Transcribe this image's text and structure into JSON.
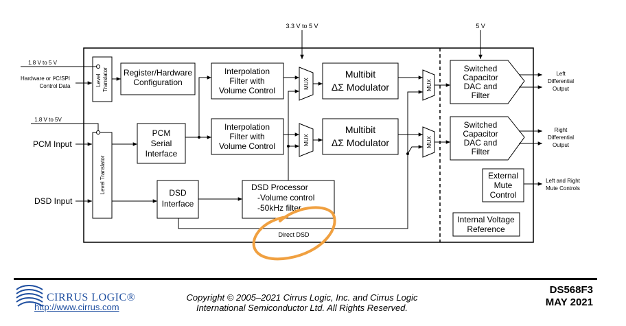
{
  "diagram": {
    "top_supply_a": "3.3 V to 5 V",
    "top_supply_b": "5 V",
    "supply_1": "1.8 V to 5 V",
    "supply_2": "1.8 V to 5V",
    "hw_control": "Hardware or I²C/SPI",
    "hw_control_2": "Control Data",
    "level_translator_top": "Level",
    "level_translator_bottom": "Translator",
    "level_translator_big": "Level Translator",
    "pcm_input": "PCM Input",
    "dsd_input": "DSD Input",
    "register_cfg_1": "Register/Hardware",
    "register_cfg_2": "Configuration",
    "pcm_serial_1": "PCM",
    "pcm_serial_2": "Serial",
    "pcm_serial_3": "Interface",
    "interp_1": "Interpolation",
    "interp_2": "Filter with",
    "interp_3": "Volume Control",
    "mux": "MUX",
    "multibit_1": "Multibit",
    "multibit_2": "ΔΣ Modulator",
    "dac_1": "Switched",
    "dac_2": "Capacitor",
    "dac_3": "DAC and",
    "dac_4": "Filter",
    "left_out_1": "Left",
    "left_out_2": "Differential",
    "left_out_3": "Output",
    "right_out_1": "Right",
    "right_out_2": "Differential",
    "right_out_3": "Output",
    "ext_mute_1": "External",
    "ext_mute_2": "Mute",
    "ext_mute_3": "Control",
    "mute_controls_1": "Left and Right",
    "mute_controls_2": "Mute Controls",
    "dsd_iface_1": "DSD",
    "dsd_iface_2": "Interface",
    "dsd_proc_1": "DSD Processor",
    "dsd_proc_2": "-Volume control",
    "dsd_proc_3": "-50kHz filter",
    "direct_dsd": "Direct DSD",
    "ivr_1": "Internal Voltage",
    "ivr_2": "Reference"
  },
  "footer": {
    "logo_text": "CIRRUS LOGIC®",
    "url": "http://www.cirrus.com",
    "copyright_1": "Copyright © 2005–2021 Cirrus Logic, Inc. and Cirrus Logic",
    "copyright_2": "International Semiconductor Ltd. All Rights Reserved.",
    "doc_number": "DS568F3",
    "doc_date": "MAY 2021"
  },
  "colors": {
    "annotation": "#f0a040",
    "logo": "#1f4fa0"
  }
}
